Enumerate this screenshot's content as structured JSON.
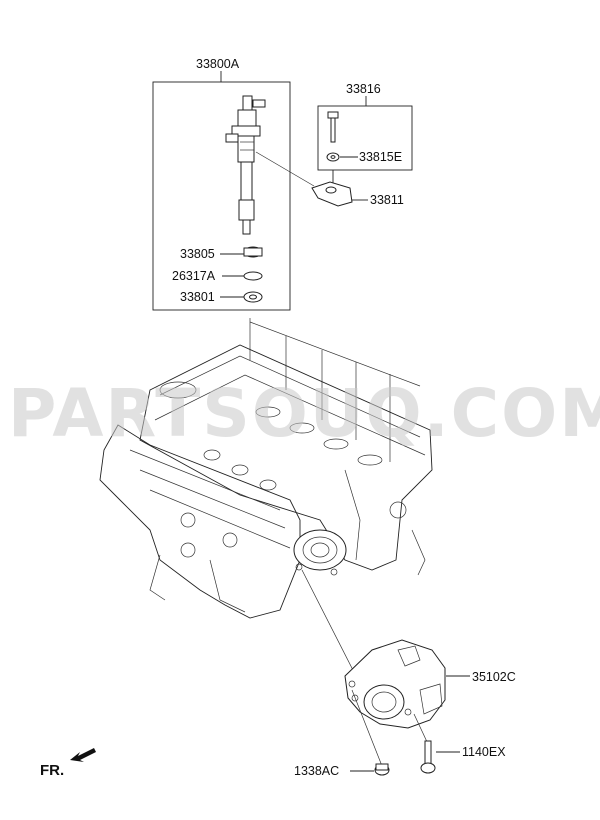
{
  "watermark": "PARTSOUQ.COM",
  "orientation": "FR.",
  "labels": {
    "injector_assy": "33800A",
    "clamp_bolt_set": "33816",
    "washer_e": "33815E",
    "clamp": "33811",
    "nut": "33805",
    "o_ring": "26317A",
    "gasket": "33801",
    "pump": "35102C",
    "bolt_ex": "1140EX",
    "bolt_ac": "1338AC"
  },
  "icons": {
    "orientation_arrow": "arrow-icon"
  }
}
